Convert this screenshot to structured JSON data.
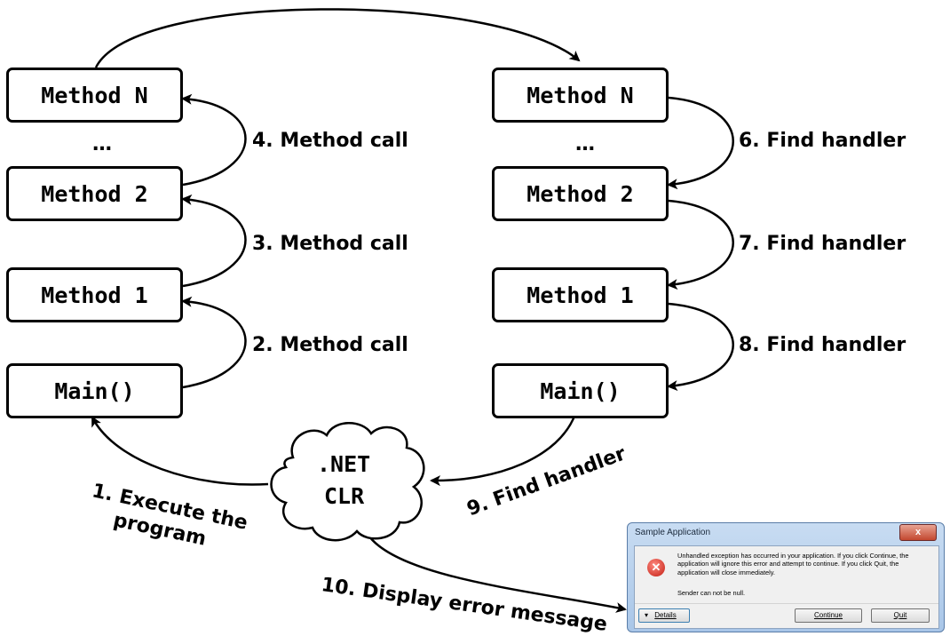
{
  "left_column": {
    "method_n": "Method N",
    "ellipsis": "…",
    "method_2": "Method 2",
    "method_1": "Method 1",
    "main": "Main()"
  },
  "right_column": {
    "method_n": "Method N",
    "ellipsis": "…",
    "method_2": "Method 2",
    "method_1": "Method 1",
    "main": "Main()"
  },
  "clr": {
    "line1": ".NET",
    "line2": "CLR"
  },
  "steps": {
    "step1_line1": "1. Execute the",
    "step1_line2": "program",
    "step2": "2. Method call",
    "step3": "3. Method call",
    "step4": "4. Method call",
    "step6": "6. Find handler",
    "step7": "7. Find handler",
    "step8": "8. Find handler",
    "step9": "9. Find handler",
    "step10": "10. Display error message"
  },
  "dialog": {
    "title": "Sample Application",
    "close": "x",
    "message": "Unhandled exception has occurred in your application. If you click Continue, the application will ignore this error and attempt to continue. If you click Quit, the application will close immediately.",
    "sender": "Sender can not be null.",
    "details_button": "Details",
    "continue_button": "Continue",
    "quit_button": "Quit",
    "icon": "error-icon"
  }
}
